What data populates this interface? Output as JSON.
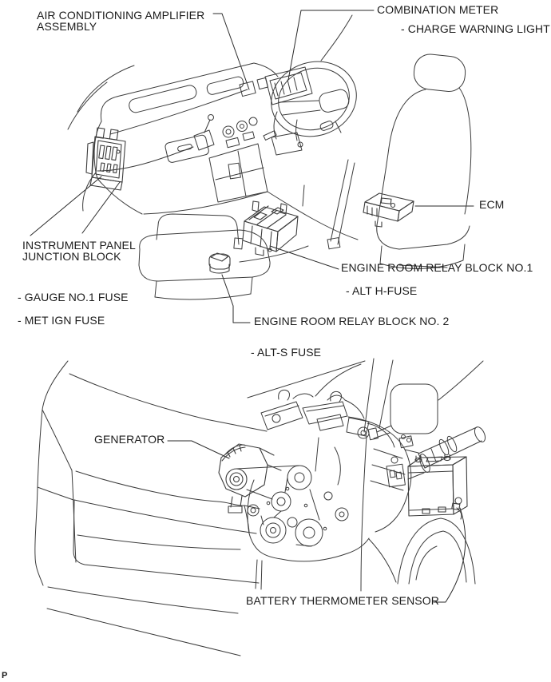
{
  "page": {
    "background": "#ffffff",
    "line_color": "#3c3c3c",
    "text_color": "#1b1b1b",
    "page_marker": "P"
  },
  "interior_figure": {
    "name": "vehicle interior component location illustration",
    "callouts": [
      {
        "id": "ac-amplifier",
        "lines": [
          "AIR CONDITIONING AMPLIFIER",
          "ASSEMBLY"
        ]
      },
      {
        "id": "combination-meter",
        "lines": [
          "COMBINATION METER"
        ]
      },
      {
        "id": "charge-warning-light",
        "lines": [
          "- CHARGE WARNING LIGHT"
        ]
      },
      {
        "id": "ecm",
        "lines": [
          "ECM"
        ]
      },
      {
        "id": "instrument-panel-junction-block",
        "lines": [
          "INSTRUMENT PANEL",
          "JUNCTION BLOCK"
        ]
      },
      {
        "id": "gauge-no1-fuse",
        "lines": [
          "- GAUGE NO.1 FUSE"
        ]
      },
      {
        "id": "met-ign-fuse",
        "lines": [
          "- MET IGN FUSE"
        ]
      },
      {
        "id": "engine-room-relay-block-no1",
        "lines": [
          "ENGINE ROOM RELAY BLOCK NO.1"
        ]
      },
      {
        "id": "alt-h-fuse",
        "lines": [
          "- ALT H-FUSE"
        ]
      },
      {
        "id": "engine-room-relay-block-no2",
        "lines": [
          "ENGINE ROOM RELAY BLOCK NO. 2"
        ]
      },
      {
        "id": "alt-s-fuse",
        "lines": [
          "- ALT-S FUSE"
        ]
      }
    ]
  },
  "engine_figure": {
    "name": "engine compartment component location illustration",
    "callouts": [
      {
        "id": "generator",
        "lines": [
          "GENERATOR"
        ]
      },
      {
        "id": "battery-thermometer-sensor",
        "lines": [
          "BATTERY THERMOMETER SENSOR"
        ]
      }
    ]
  }
}
